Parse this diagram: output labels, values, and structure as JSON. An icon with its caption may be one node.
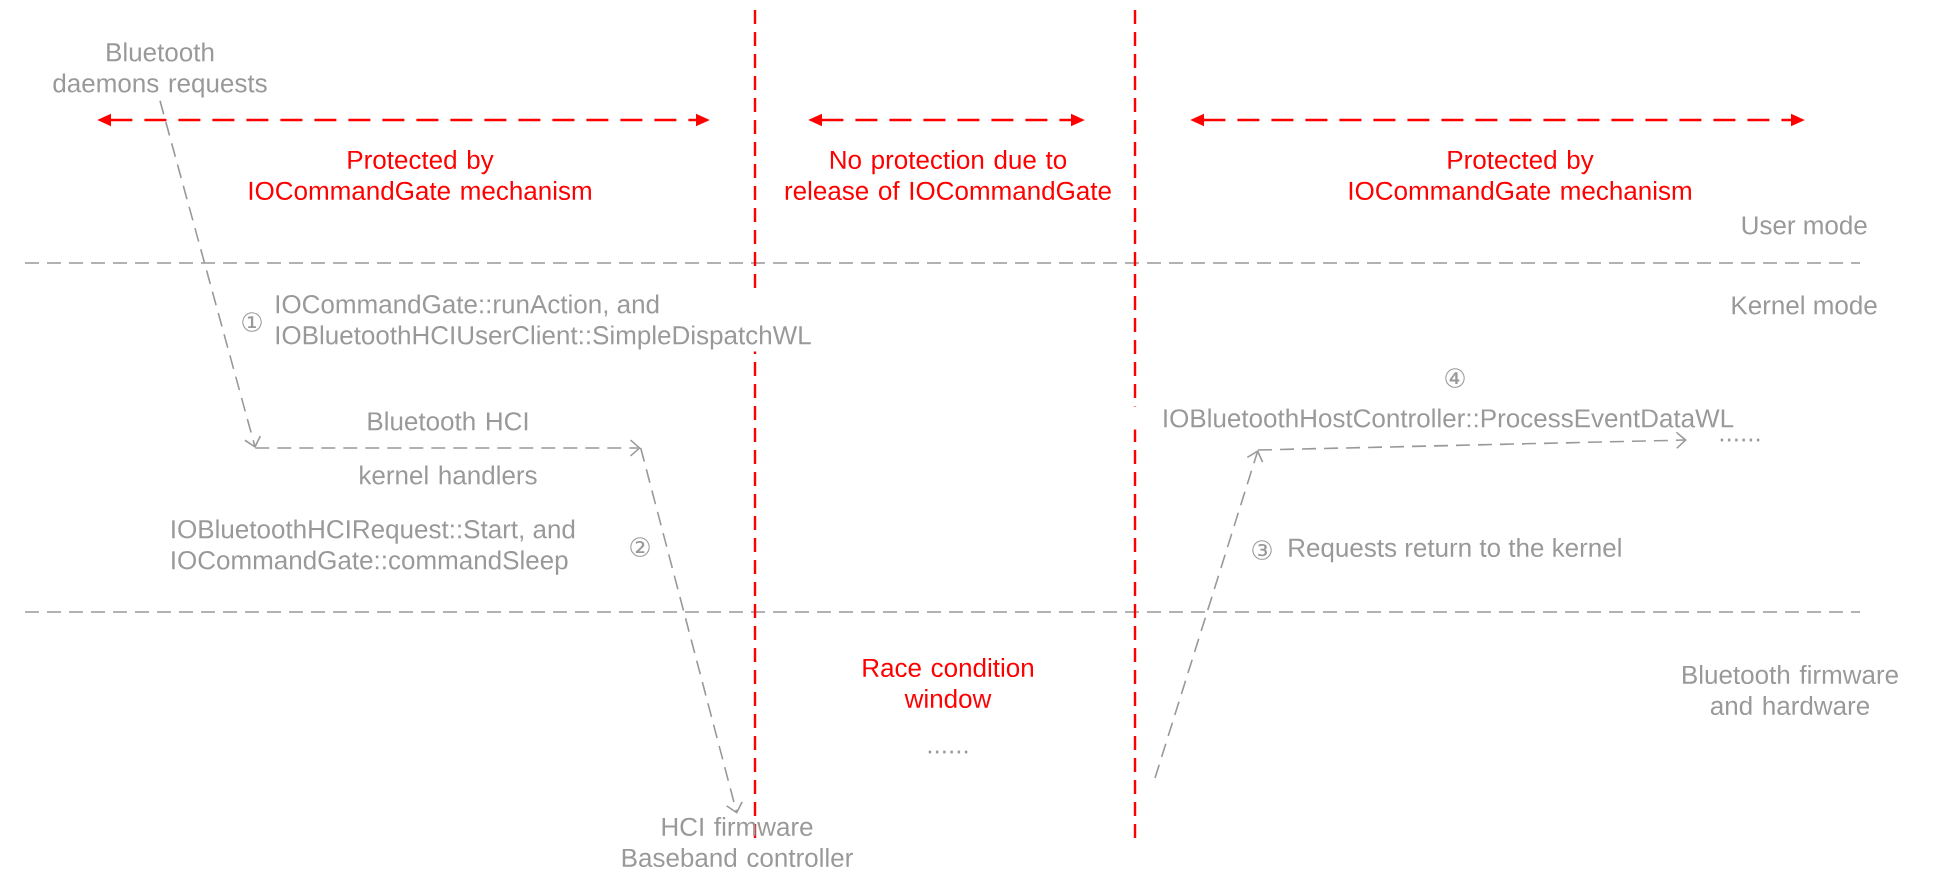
{
  "diagram": {
    "nodes": [
      {
        "text": [
          "Bluetooth daemons requests"
        ]
      },
      {
        "text": [
          "Bluetooth HCI kernel handlers"
        ]
      },
      {
        "text": [
          "HCI firmware Baseband controller"
        ]
      },
      {
        "text": [
          "......"
        ]
      }
    ],
    "edges": [
      {
        "from": 0,
        "to": 1,
        "arrow": "to",
        "label": "①",
        "style": "dashed"
      },
      {
        "from": 1,
        "to": 2,
        "arrow": "to",
        "label": "②",
        "style": "dashed"
      },
      {
        "from": null,
        "to": 3,
        "arrow": "to",
        "label": "③",
        "style": "dashed"
      }
    ],
    "labels": [
      "Protected by IOCommandGate mechanism",
      "No protection due to release of IOCommandGate",
      "Protected by IOCommandGate mechanism",
      "User mode",
      "Kernel mode",
      "IOCommandGate::runAction, and IOBluetoothHCIUserClient::SimpleDispatchWL",
      "IOBluetoothHCIRequest::Start, and IOCommandGate::commandSleep",
      "Requests return to the kernel",
      "④",
      "IOBluetoothHostController::ProcessEventDataWL",
      "Bluetooth firmware and hardware",
      "Race condition window",
      "......"
    ]
  }
}
